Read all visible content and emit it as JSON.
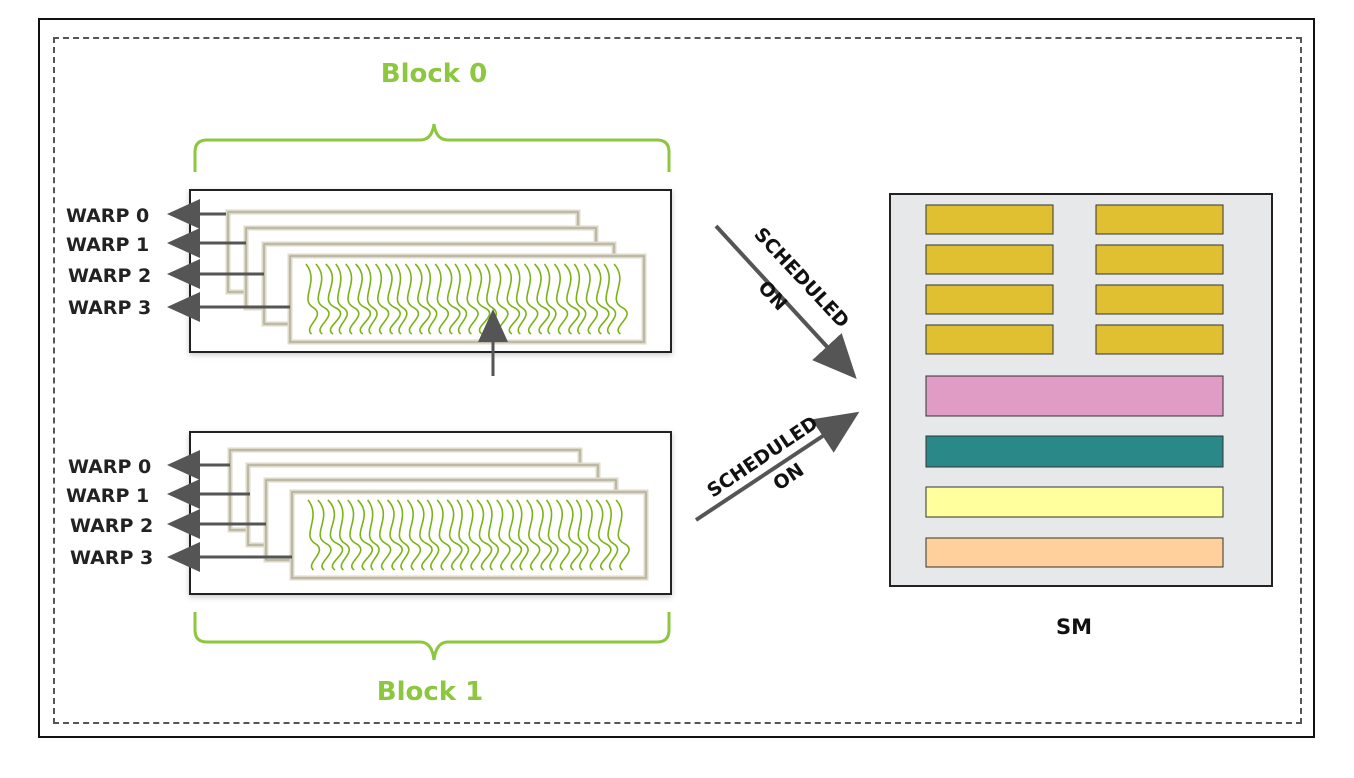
{
  "blocks": [
    {
      "label": "Block 0",
      "warps": [
        "WARP 0",
        "WARP 1",
        "WARP 2",
        "WARP 3"
      ]
    },
    {
      "label": "Block 1",
      "warps": [
        "WARP 0",
        "WARP 1",
        "WARP 2",
        "WARP 3"
      ]
    }
  ],
  "scheduled": [
    {
      "line1": "SCHEDULED",
      "line2": "ON"
    },
    {
      "line1": "SCHEDULED",
      "line2": "ON"
    }
  ],
  "sm": {
    "label": "SM",
    "colors": {
      "core": "#e0c030",
      "pink": "#e09cc4",
      "teal": "#2b8888",
      "yellow": "#ffff9e",
      "peach": "#ffcf9c",
      "background": "#e6e8ea"
    }
  },
  "colors": {
    "accent_green": "#8dc63f",
    "thread_green": "#7ab317"
  }
}
